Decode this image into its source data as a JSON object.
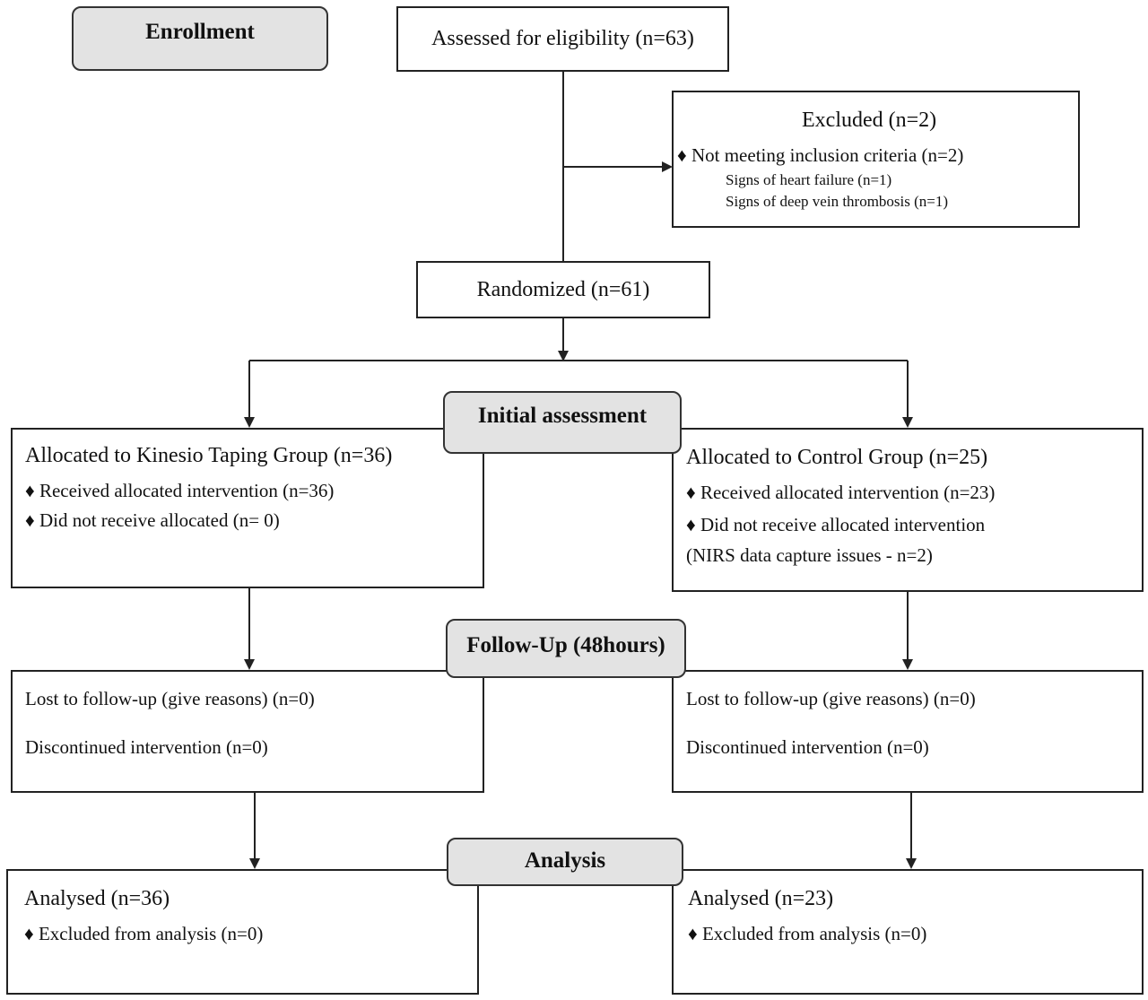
{
  "stages": {
    "enrollment": "Enrollment",
    "initial": "Initial assessment",
    "followup": "Follow-Up (48hours)",
    "analysis": "Analysis"
  },
  "assessed": "Assessed for eligibility (n=63)",
  "excluded": {
    "title": "Excluded (n=2)",
    "reason": "♦ Not meeting inclusion criteria (n=2)",
    "sub1": "Signs of heart failure (n=1)",
    "sub2": "Signs of deep vein thrombosis (n=1)"
  },
  "randomized": "Randomized (n=61)",
  "left": {
    "allocation": {
      "title": "Allocated to Kinesio Taping Group (n=36)",
      "line1": "♦ Received allocated intervention (n=36)",
      "line2": "♦ Did not receive allocated (n= 0)"
    },
    "followup": {
      "line1": "Lost to follow-up (give reasons) (n=0)",
      "line2": "Discontinued intervention (n=0)"
    },
    "analysis": {
      "title": "Analysed (n=36)",
      "line1": "♦ Excluded from analysis (n=0)"
    }
  },
  "right": {
    "allocation": {
      "title": "Allocated to Control Group (n=25)",
      "line1": "♦ Received allocated intervention (n=23)",
      "line2": "♦ Did not receive allocated intervention",
      "line3": "(NIRS data capture issues - n=2)"
    },
    "followup": {
      "line1": "Lost to follow-up (give reasons) (n=0)",
      "line2": "Discontinued intervention (n=0)"
    },
    "analysis": {
      "title": "Analysed (n=23)",
      "line1": "♦ Excluded from analysis (n=0)"
    }
  }
}
